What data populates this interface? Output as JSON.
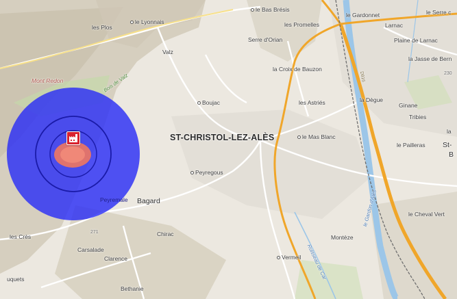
{
  "map": {
    "colors": {
      "land": "#ece8e0",
      "hills": "#c9c0ae",
      "urban": "#dedad2",
      "road_major": "#f0a62a",
      "road_minor": "#ffffff",
      "water": "#9cc6e8",
      "rail": "#6e6e6e",
      "zone_outer": "#2b2ef5",
      "zone_ring": "#1a1aa8",
      "zone_inner": "#f07860",
      "factory": "#d8222e"
    },
    "hazard_marker": {
      "icon": "factory-icon"
    },
    "places": [
      {
        "id": "les-bas-bresis",
        "name": "le Bas Brésis"
      },
      {
        "id": "le-gardonnet",
        "name": "le Gardonnet"
      },
      {
        "id": "le-serre",
        "name": "le Serre c"
      },
      {
        "id": "les-plos",
        "name": "les Plos"
      },
      {
        "id": "le-lyonnais",
        "name": "le Lyonnais"
      },
      {
        "id": "les-promelles",
        "name": "les Promelles"
      },
      {
        "id": "larnac",
        "name": "Larnac"
      },
      {
        "id": "serre-orian",
        "name": "Serre d'Orian"
      },
      {
        "id": "plaine-larnac",
        "name": "Plaine de Larnac"
      },
      {
        "id": "valz",
        "name": "Valz"
      },
      {
        "id": "la-jasse",
        "name": "la Jasse de Bern"
      },
      {
        "id": "mont-redon",
        "name": "Mont Redon"
      },
      {
        "id": "croix-bauzon",
        "name": "la Croix de Bauzon"
      },
      {
        "id": "boujac",
        "name": "Boujac"
      },
      {
        "id": "les-astries",
        "name": "les Astriés"
      },
      {
        "id": "la-degue",
        "name": "la Dègue"
      },
      {
        "id": "ginane",
        "name": "Ginane"
      },
      {
        "id": "tribies",
        "name": "Tribies"
      },
      {
        "id": "st-christol",
        "name": "ST-CHRISTOL-LEZ-ALÈS"
      },
      {
        "id": "le-mas-blanc",
        "name": "le Mas Blanc"
      },
      {
        "id": "le-pailleras",
        "name": "le Pailleras"
      },
      {
        "id": "st-b",
        "name": "St-"
      },
      {
        "id": "st-b2",
        "name": "B"
      },
      {
        "id": "la-edge",
        "name": "la"
      },
      {
        "id": "peyregous",
        "name": "Peyregous"
      },
      {
        "id": "peyremale",
        "name": "Peyremale"
      },
      {
        "id": "bagard",
        "name": "Bagard"
      },
      {
        "id": "le-cheval-vert",
        "name": "le Cheval Vert"
      },
      {
        "id": "les-cres",
        "name": "les Crès"
      },
      {
        "id": "chirac",
        "name": "Chirac"
      },
      {
        "id": "carsalade",
        "name": "Carsalade"
      },
      {
        "id": "monteze",
        "name": "Montèze"
      },
      {
        "id": "clarence",
        "name": "Clarence"
      },
      {
        "id": "vermeil",
        "name": "Vermeil"
      },
      {
        "id": "uquets",
        "name": "uquets"
      },
      {
        "id": "bethanie",
        "name": "Bethanie"
      },
      {
        "id": "le-gardon-alais",
        "name": "le Gardon d'Alès"
      },
      {
        "id": "ruisseau",
        "name": "Ruisseau de Car"
      },
      {
        "id": "bois-valz",
        "name": "Bois de Valz"
      },
      {
        "id": "road-d916",
        "name": "D916"
      },
      {
        "id": "elev-271",
        "name": "271"
      },
      {
        "id": "elev-230",
        "name": "230"
      }
    ]
  }
}
